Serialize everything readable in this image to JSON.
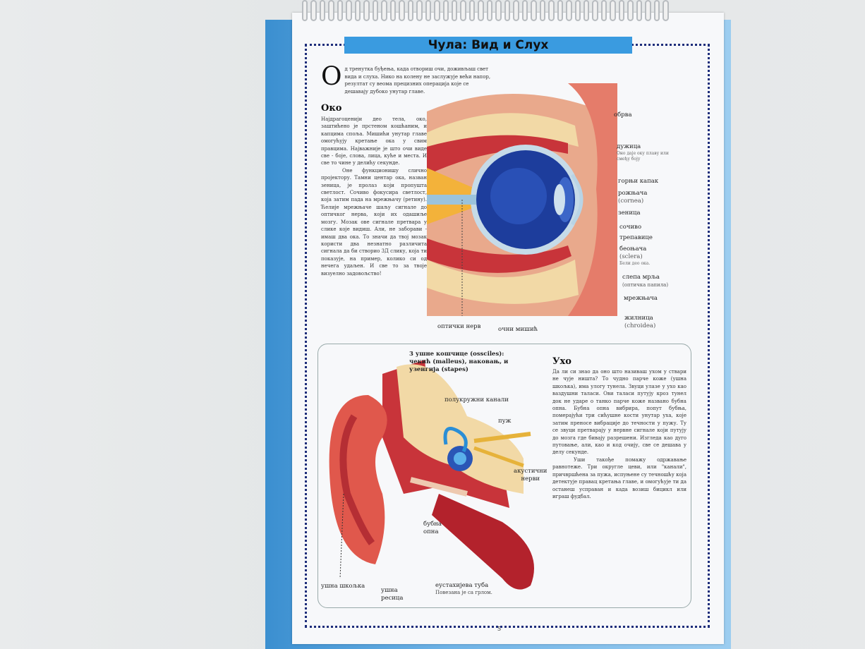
{
  "title": "Чула: Вид и Слух",
  "intro": {
    "dropcap": "О",
    "text": "д тренутка буђења, када отвориш очи, доживљаш свет вида и слуха. Нико на колену не заслужује већи напор, резултат су веома прецизних операција које се дешавају дубоко унутар главе."
  },
  "eye": {
    "heading": "Око",
    "paragraphs": [
      "Најдрагоценији део тела, око, заштићено је прстеном кошћаним, и капцима споља. Мишићи унутар главе омогућују кретање ока у свим правцима. Најважније је што очи виде све - боје, слова, лица, куће и места. И све то чине у делићу секунде.",
      "Оне функционишу слично пројектору. Тамни центар ока, назван зеница, је пролаз који пропушта светлост. Сочиво фокусира светлост, која затим пада на мрежњачу (ретину). Ћелије мрежњаче шаљу сигнале до оптичког нерва, који их одашиље мозгу. Мозак ове сигнале претвара у слике које видиш. Али, не заборави - имаш два ока. То значи да твој мозак користи два незнатно различита сигнала да би створио 3Д слику, која ти показује, на пример, колико си од нечега удаљен. И све то за твоје визуелно задовољство!"
    ],
    "labels": {
      "eyebrow": "обрва",
      "iris": "дужица",
      "iris_note": "Оно даје оку плаву или смеђу боју",
      "upper_lid": "горњи капак",
      "cornea": "рожњача",
      "cornea_lat": "(cornea)",
      "pupil": "зеница",
      "lens": "сочиво",
      "lashes": "трепавице",
      "sclera": "беоњача",
      "sclera_lat": "(sclera)",
      "sclera_note": "Бели део ока.",
      "blind_spot": "слепа мрља",
      "blind_spot_lat": "(оптичка папила)",
      "retina": "мрежњача",
      "choroid": "жилница",
      "choroid_lat": "(chroidea)",
      "optic_nerve": "оптички нерв",
      "eye_muscle": "очни мишић"
    }
  },
  "ear": {
    "heading": "Ухо",
    "paragraphs": [
      "Да ли си знао да оно што називаш ухом у ствари не чује ништа? То чудно парче коже (ушна шкољка), има улогу тунела. Звуци улазе у ухо као ваздушни таласи. Ови таласи путују кроз тунел док не ударе о танко парче коже названо бубна опна. Бубна опна вибрира, попут бубња, померајући три сићушне кости унутар уха, које затим преносе вибрације до течности у пужу. Ту се звуци претварају у нервне сигнале који путују до мозга где бивају разрешени. Изгледа као дуго путовање, али, као и код очију, све се дешава у делу секунде.",
      "Уши такође помажу одржавање равнотеже. Три округле цеви, или \"канали\", причвршћена за пужа, испуњене су течношћу која детектује правац кретања главе, и омогућује ти да останеш усправан и када возиш бицикл или играш фудбал."
    ],
    "labels": {
      "ossicles": "3 ушне кошчице (ossciles):",
      "ossicles_2": "чекић (malleus), наковањ, и",
      "ossicles_3": "узенгија (stapes)",
      "canals": "полукружни канали",
      "cochlea": "пуж",
      "nerve_1": "акустични",
      "nerve_2": "нерви",
      "eardrum_1": "бубна",
      "eardrum_2": "опна",
      "pinna": "ушна шкољка",
      "lobe_1": "ушна",
      "lobe_2": "ресица",
      "eustachian": "еустахијева туба",
      "eustachian_note": "Повезана је са грлом."
    }
  },
  "page_number": "5",
  "colors": {
    "banner": "#3a9be0",
    "border_dots": "#1d2d7a",
    "cover": "#3b8fd0"
  }
}
